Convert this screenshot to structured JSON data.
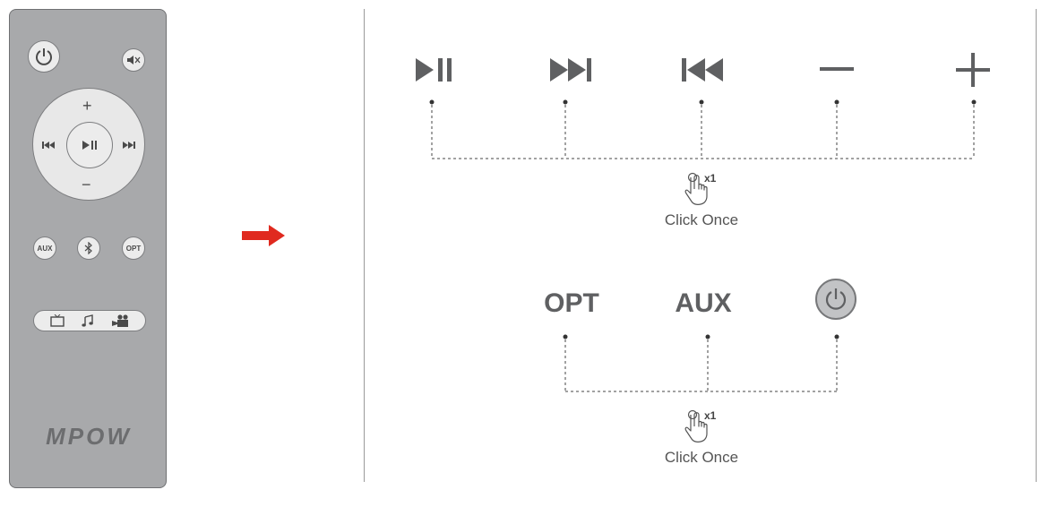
{
  "remote": {
    "brand": "MPOW",
    "buttons": {
      "aux_label": "AUX",
      "opt_label": "OPT"
    }
  },
  "top_section": {
    "icons": [
      "play-pause-icon",
      "next-track-icon",
      "previous-track-icon",
      "volume-down-icon",
      "volume-up-icon"
    ],
    "tap_count": "x1",
    "caption": "Click Once"
  },
  "bottom_section": {
    "labels": {
      "opt": "OPT",
      "aux": "AUX"
    },
    "power_icon": "power-icon",
    "tap_count": "x1",
    "caption": "Click Once"
  },
  "colors": {
    "remote_body": "#a8a9ab",
    "icon_gray": "#5f6062",
    "arrow_red": "#e02a1f"
  }
}
